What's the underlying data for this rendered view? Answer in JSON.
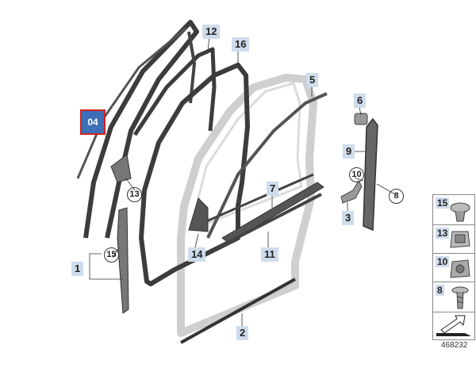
{
  "diagram_code": "04",
  "reference_number": "468232",
  "part_labels": [
    {
      "id": "label-12",
      "text": "12"
    },
    {
      "id": "label-16",
      "text": "16"
    },
    {
      "id": "label-5",
      "text": "5"
    },
    {
      "id": "label-6",
      "text": "6"
    },
    {
      "id": "label-9",
      "text": "9"
    },
    {
      "id": "label-10",
      "text": "10"
    },
    {
      "id": "label-8",
      "text": "8"
    },
    {
      "id": "label-7",
      "text": "7"
    },
    {
      "id": "label-3",
      "text": "3"
    },
    {
      "id": "label-13",
      "text": "13"
    },
    {
      "id": "label-14",
      "text": "14"
    },
    {
      "id": "label-11",
      "text": "11"
    },
    {
      "id": "label-15",
      "text": "15"
    },
    {
      "id": "label-1",
      "text": "1"
    },
    {
      "id": "label-2",
      "text": "2"
    }
  ],
  "legend": [
    {
      "number": "15",
      "icon": "plug-clip-icon"
    },
    {
      "number": "13",
      "icon": "square-nut-icon"
    },
    {
      "number": "10",
      "icon": "clip-nut-icon"
    },
    {
      "number": "8",
      "icon": "screw-icon"
    }
  ],
  "colors": {
    "label_bg": "#cfdcec",
    "tag_bg": "#3d6fb8",
    "tag_border": "#d32020",
    "seal": "#3c3c3c",
    "door": "#d9d9d9"
  }
}
